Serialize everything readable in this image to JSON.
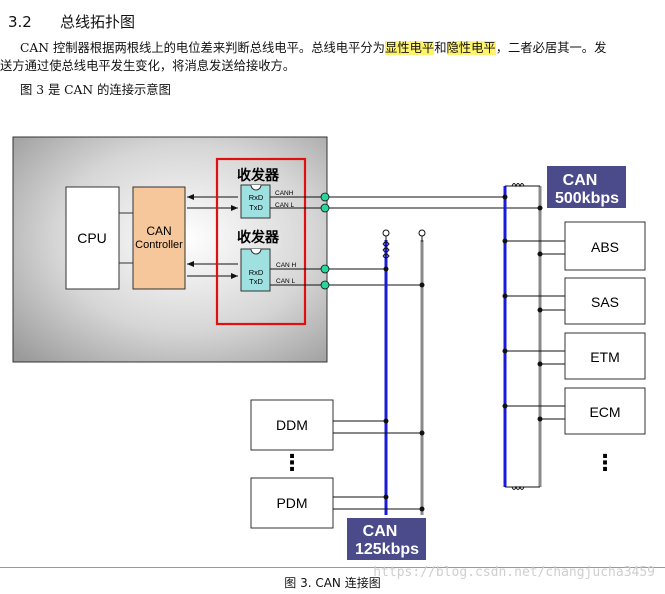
{
  "section": {
    "number": "3.2",
    "title": "总线拓扑图"
  },
  "paragraph": {
    "line1_pre": "CAN 控制器根据两根线上的电位差来判断总线电平。总线电平分为",
    "dominant": "显性电平",
    "and": "和",
    "recessive": "隐性电平",
    "line1_post": "，二者必居其一。发",
    "line2": "送方通过使总线电平发生变化，将消息发送给接收方。"
  },
  "intro_caption": "图 3 是 CAN 的连接示意图",
  "diagram": {
    "cpu_label": "CPU",
    "can_controller_label_1": "CAN",
    "can_controller_label_2": "Controller",
    "transceiver_label_1": "收发器",
    "transceiver_label_2": "收发器",
    "rxd": "RxD",
    "txd": "TxD",
    "can_h_1": "CANH",
    "can_l_1": "CAN L",
    "can_h_2": "CAN H",
    "can_l_2": "CAN L",
    "bus_fast_line1": "CAN",
    "bus_fast_line2": "500kbps",
    "bus_slow_line1": "CAN",
    "bus_slow_line2": "125kbps",
    "nodes_right": [
      "ABS",
      "SAS",
      "ETM",
      "ECM"
    ],
    "nodes_left": [
      "DDM",
      "PDM"
    ],
    "ellipsis": "⋮",
    "colors": {
      "bus_blue": "#1a1adb",
      "bus_gray": "#8a8a8a",
      "bus_label_bg": "#4b4b8c",
      "can_box": "#f5c79a",
      "transceiver": "#9fe0e0",
      "highlight_red": "#e01010",
      "terminal_green": "#29d69a"
    }
  },
  "figure_caption": "图 3.   CAN 连接图",
  "watermark": "https://blog.csdn.net/changjucha3459"
}
